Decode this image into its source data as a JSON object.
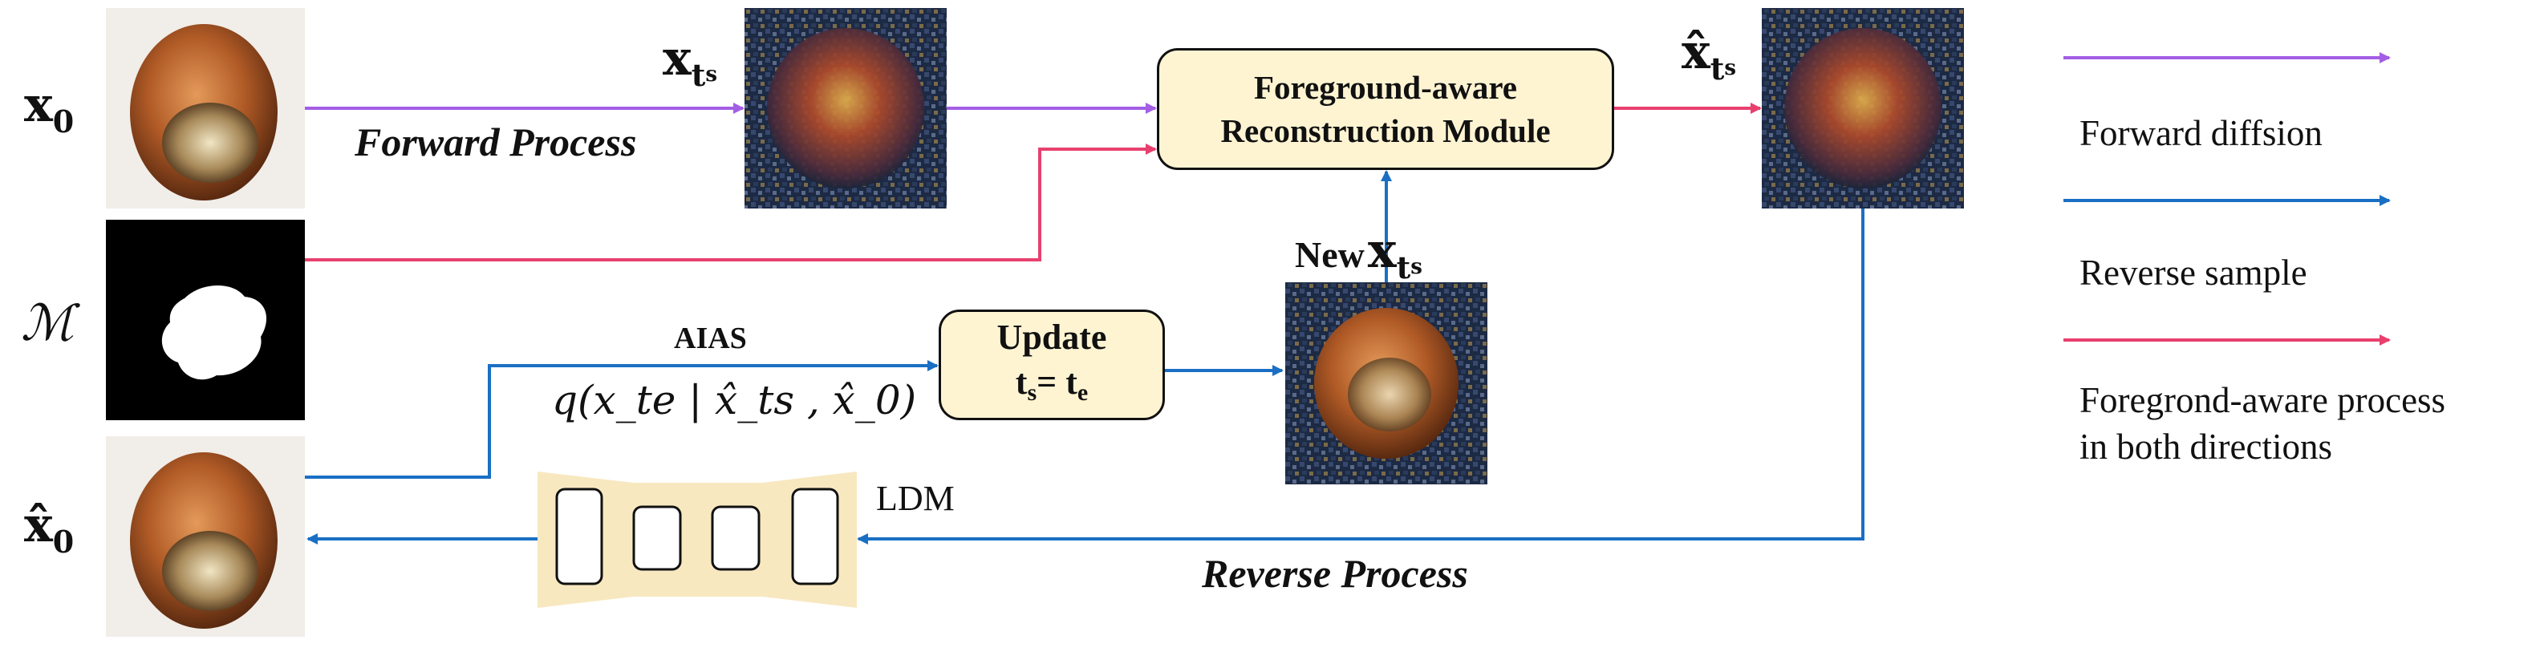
{
  "labels": {
    "x0": "x",
    "x0_sub": "0",
    "xts": "x",
    "xts_sub": "t",
    "xts_subsub": "s",
    "xhat_ts": "x̂",
    "xhat_ts_sub": "t",
    "xhat_ts_subsub": "s",
    "mask": "ℳ",
    "xhat0": "x̂",
    "xhat0_sub": "0",
    "forward_process": "Forward Process",
    "reverse_process": "Reverse  Process",
    "new_prefix": "New",
    "new_x": "x",
    "new_sub": "t",
    "new_subsub": "s",
    "aias": "AIAS",
    "aias_formula": "q(x_te | x̂_ts , x̂_0)",
    "ldm": "LDM"
  },
  "boxes": {
    "farm_line1": "Foreground-aware",
    "farm_line2": "Reconstruction Module",
    "update_line1": "Update",
    "update_line2": "t",
    "update_line2_sub": "s",
    "update_line2_eq": "= t",
    "update_line2_sub2": "e"
  },
  "legend": {
    "items": [
      {
        "label": "Forward diffsion",
        "color": "#a45ee5"
      },
      {
        "label": "Reverse sample",
        "color": "#1a6fc4"
      },
      {
        "label": "Foregrond-aware process",
        "label2": "in both directions",
        "color": "#e8406e"
      }
    ]
  },
  "colors": {
    "forward": "#a45ee5",
    "reverse": "#1a6fc4",
    "foreground": "#e8406e",
    "box_fill": "#fff4d2",
    "ldm_fill": "#f8e8c0"
  }
}
